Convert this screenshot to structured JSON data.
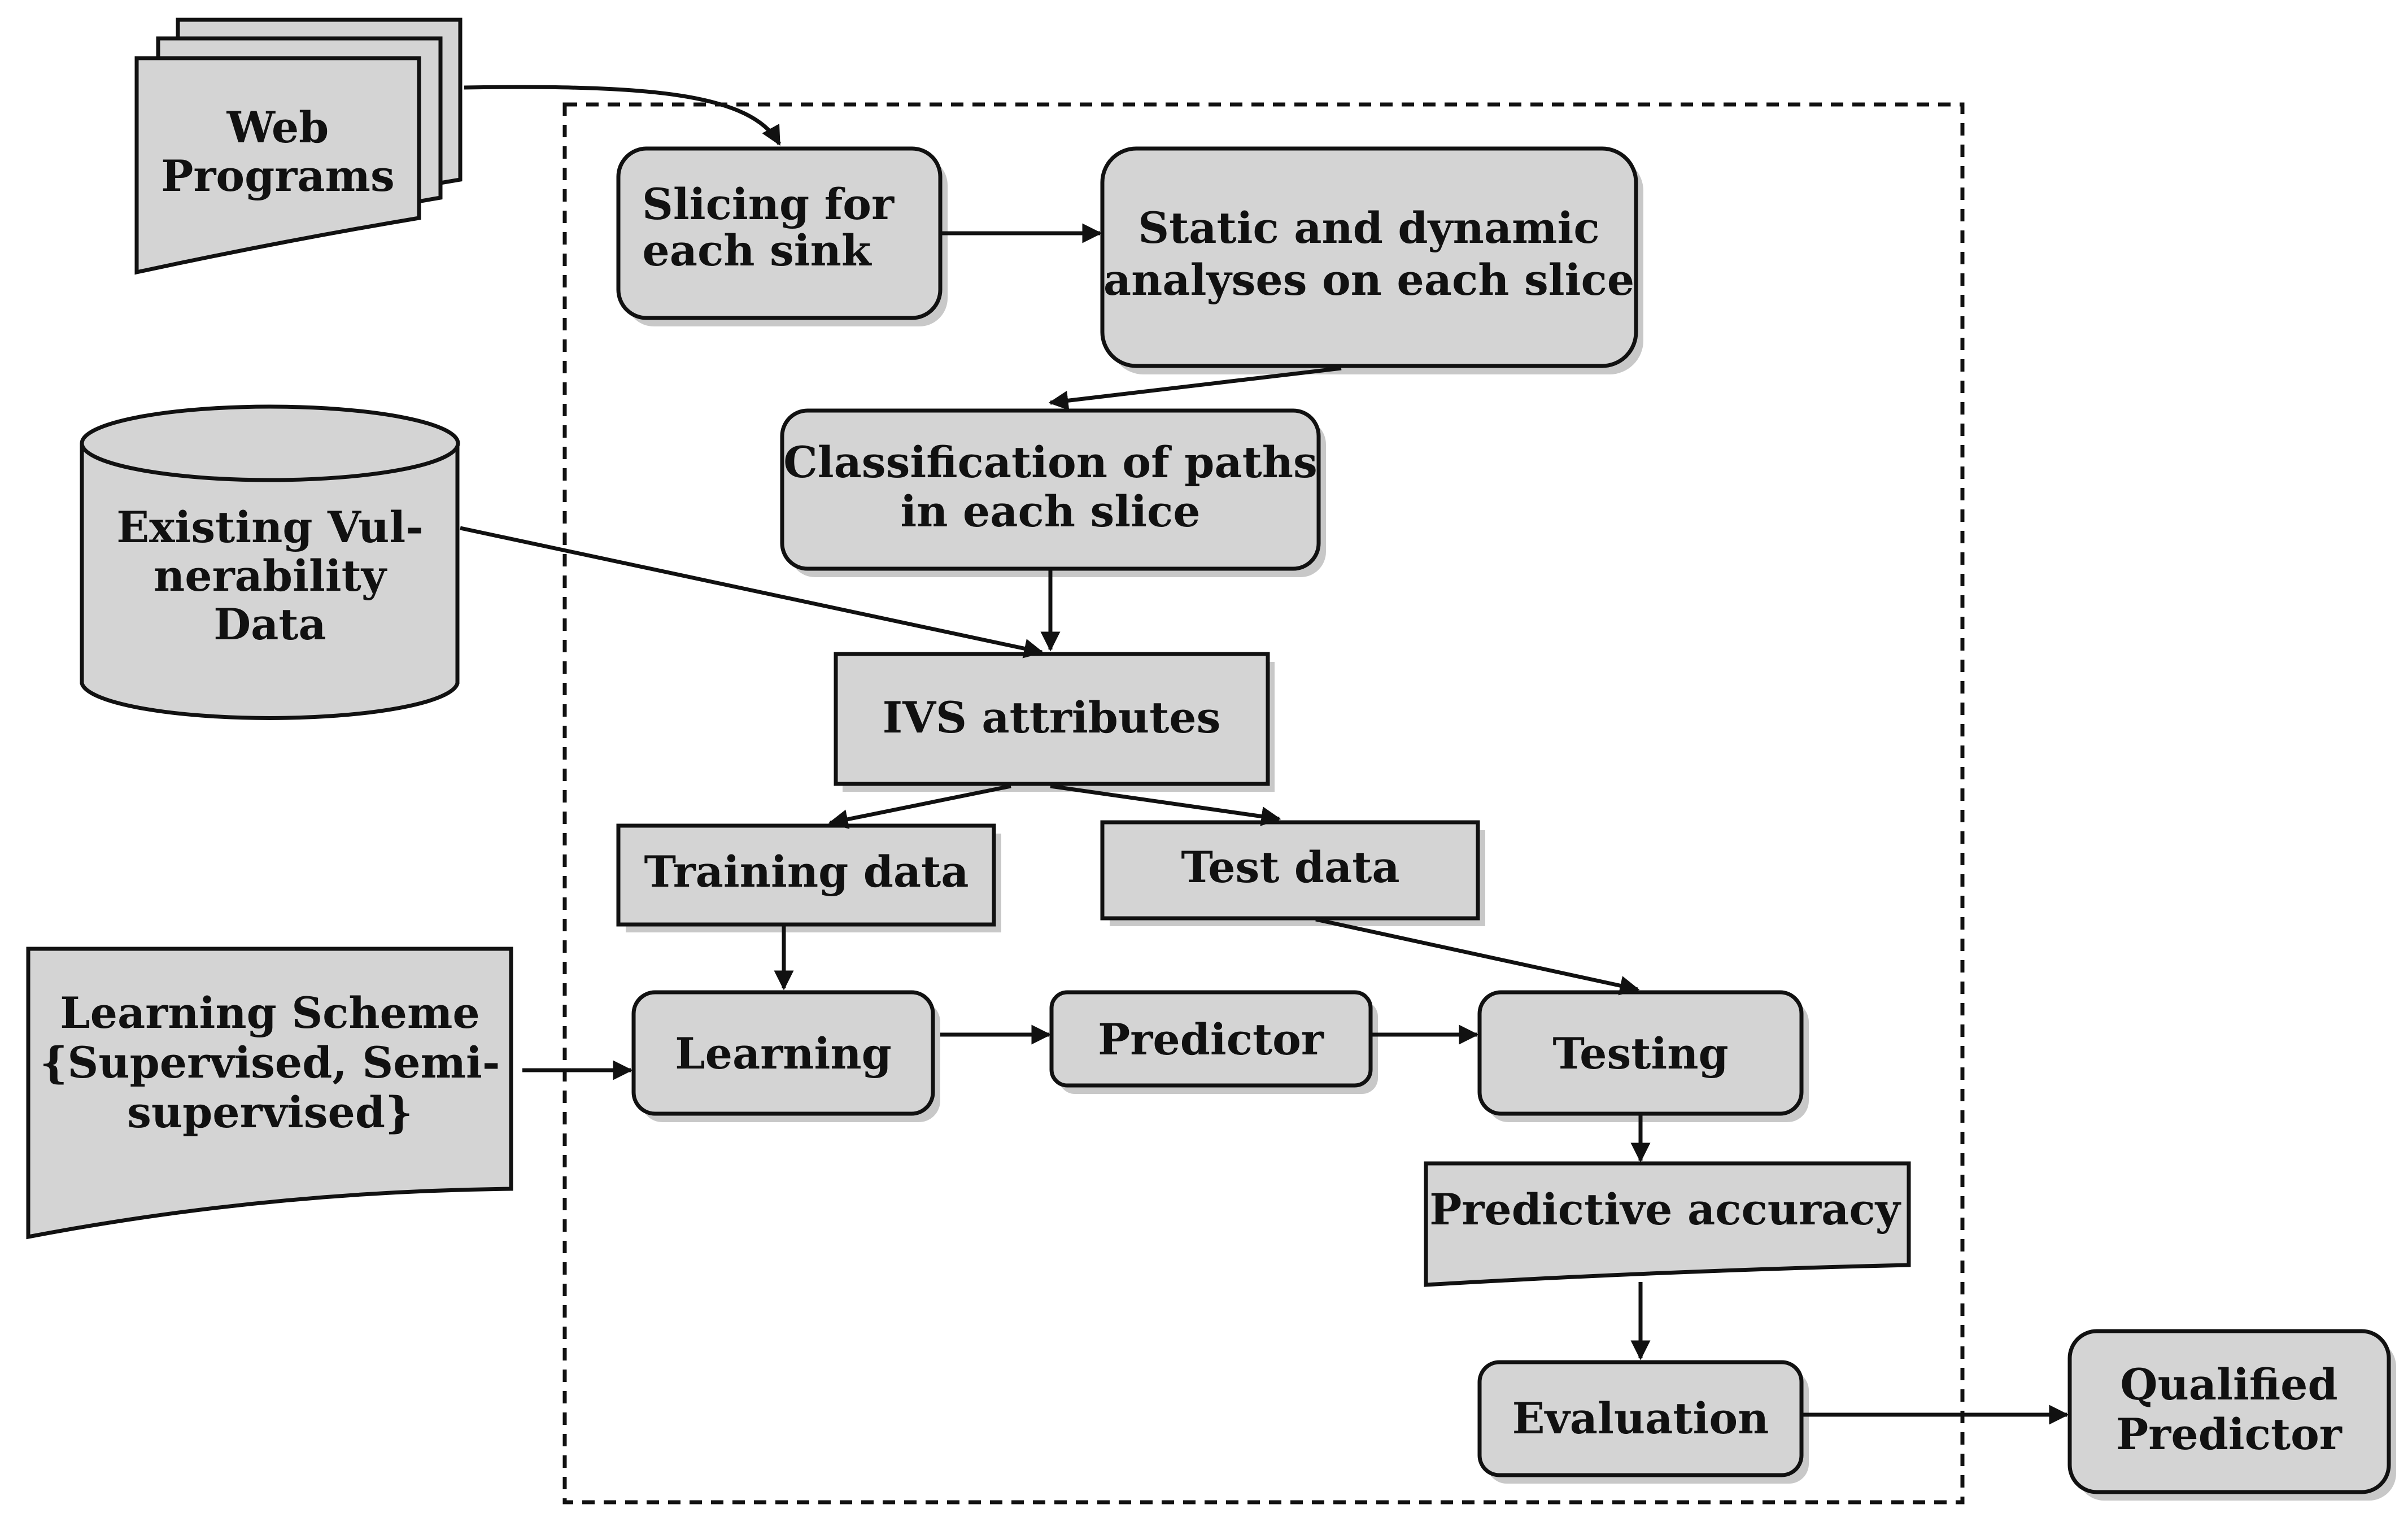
{
  "diagram": {
    "nodes": {
      "web_programs": [
        "Web",
        "Programs"
      ],
      "vuln_data": [
        "Existing Vul-",
        "nerability",
        "Data"
      ],
      "learning_scheme": [
        "Learning Scheme",
        "{Supervised, Semi-",
        "supervised}"
      ],
      "slicing": [
        "Slicing for",
        "each sink"
      ],
      "analyses": [
        "Static and dynamic",
        "analyses on each slice"
      ],
      "classification": [
        "Classification of paths",
        "in each slice"
      ],
      "ivs": [
        "IVS attributes"
      ],
      "training": [
        "Training data"
      ],
      "test": [
        "Test data"
      ],
      "learning": [
        "Learning"
      ],
      "predictor": [
        "Predictor"
      ],
      "testing": [
        "Testing"
      ],
      "accuracy": [
        "Predictive accuracy"
      ],
      "evaluation": [
        "Evaluation"
      ],
      "qualified": [
        "Qualified",
        "Predictor"
      ]
    },
    "edges": [
      {
        "from": "web_programs",
        "to": "slicing"
      },
      {
        "from": "slicing",
        "to": "analyses"
      },
      {
        "from": "analyses",
        "to": "classification"
      },
      {
        "from": "classification",
        "to": "ivs"
      },
      {
        "from": "vuln_data",
        "to": "ivs"
      },
      {
        "from": "ivs",
        "to": "training"
      },
      {
        "from": "ivs",
        "to": "test"
      },
      {
        "from": "training",
        "to": "learning"
      },
      {
        "from": "learning_scheme",
        "to": "learning"
      },
      {
        "from": "learning",
        "to": "predictor"
      },
      {
        "from": "predictor",
        "to": "testing"
      },
      {
        "from": "test",
        "to": "testing"
      },
      {
        "from": "testing",
        "to": "accuracy"
      },
      {
        "from": "accuracy",
        "to": "evaluation"
      },
      {
        "from": "evaluation",
        "to": "qualified"
      }
    ]
  }
}
